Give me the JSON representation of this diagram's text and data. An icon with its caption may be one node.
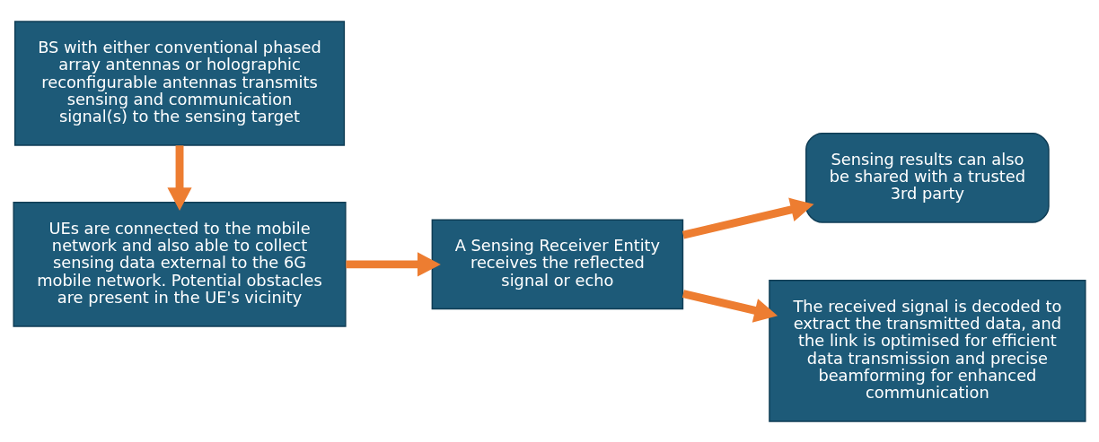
{
  "diagram": {
    "nodes": [
      {
        "text": [
          "BS with either conventional phased array antennas or holographic reconfigurable antennas transmits sensing and communication signal(s) to the sensing target"
        ]
      },
      {
        "text": [
          "UEs are connected to the mobile network and also able to collect sensing data external to the 6G mobile network. Potential obstacles are present in the UE's vicinity"
        ]
      },
      {
        "text": [
          "A Sensing Receiver Entity receives the reflected signal or echo"
        ]
      },
      {
        "text": [
          "Sensing results can also be shared with a trusted 3rd party"
        ]
      },
      {
        "text": [
          "The received signal is decoded to extract the transmitted data, and the link is optimised for efficient data transmission and precise beamforming for enhanced communication"
        ]
      }
    ],
    "edges": [
      {
        "from": 0,
        "to": 1,
        "arrow": "to"
      },
      {
        "from": 1,
        "to": 2,
        "arrow": "to"
      },
      {
        "from": 2,
        "to": 3,
        "arrow": "to"
      },
      {
        "from": 2,
        "to": 4,
        "arrow": "to"
      }
    ]
  }
}
